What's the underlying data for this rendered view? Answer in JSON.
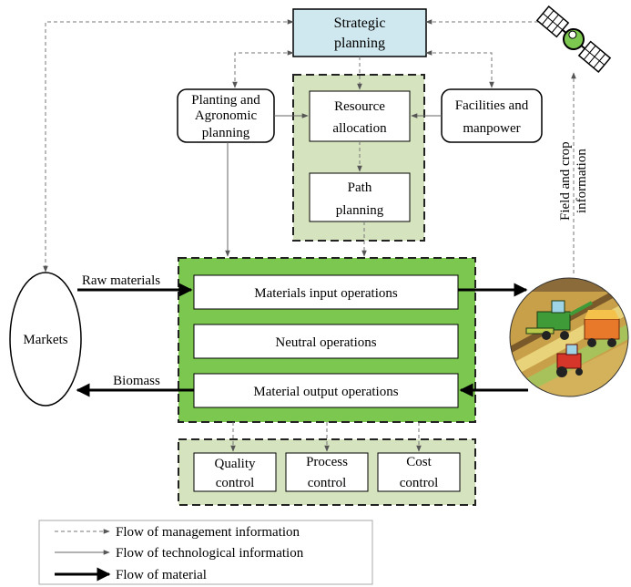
{
  "strategic": [
    "Strategic",
    "planning"
  ],
  "planting": [
    "Planting and",
    "Agronomic",
    "planning"
  ],
  "resource": [
    "Resource",
    "allocation"
  ],
  "facilities": [
    "Facilities and",
    "manpower"
  ],
  "path": [
    "Path",
    "planning"
  ],
  "markets": "Markets",
  "raw_materials": "Raw materials",
  "biomass": "Biomass",
  "operations": {
    "input": "Materials input operations",
    "neutral": "Neutral operations",
    "output": "Material output operations"
  },
  "controls": {
    "quality": [
      "Quality",
      "control"
    ],
    "process": [
      "Process",
      "control"
    ],
    "cost": [
      "Cost",
      "control"
    ]
  },
  "field_info": [
    "Field and crop",
    "information"
  ],
  "legend": {
    "management": "Flow of management information",
    "technological": "Flow of technological information",
    "material": "Flow of material"
  },
  "colors": {
    "strategic_fill": "#cfe7ee",
    "operations_fill": "#7cc74f",
    "planning_fill": "#d6e3bf",
    "control_fill": "#d6e3bf"
  }
}
